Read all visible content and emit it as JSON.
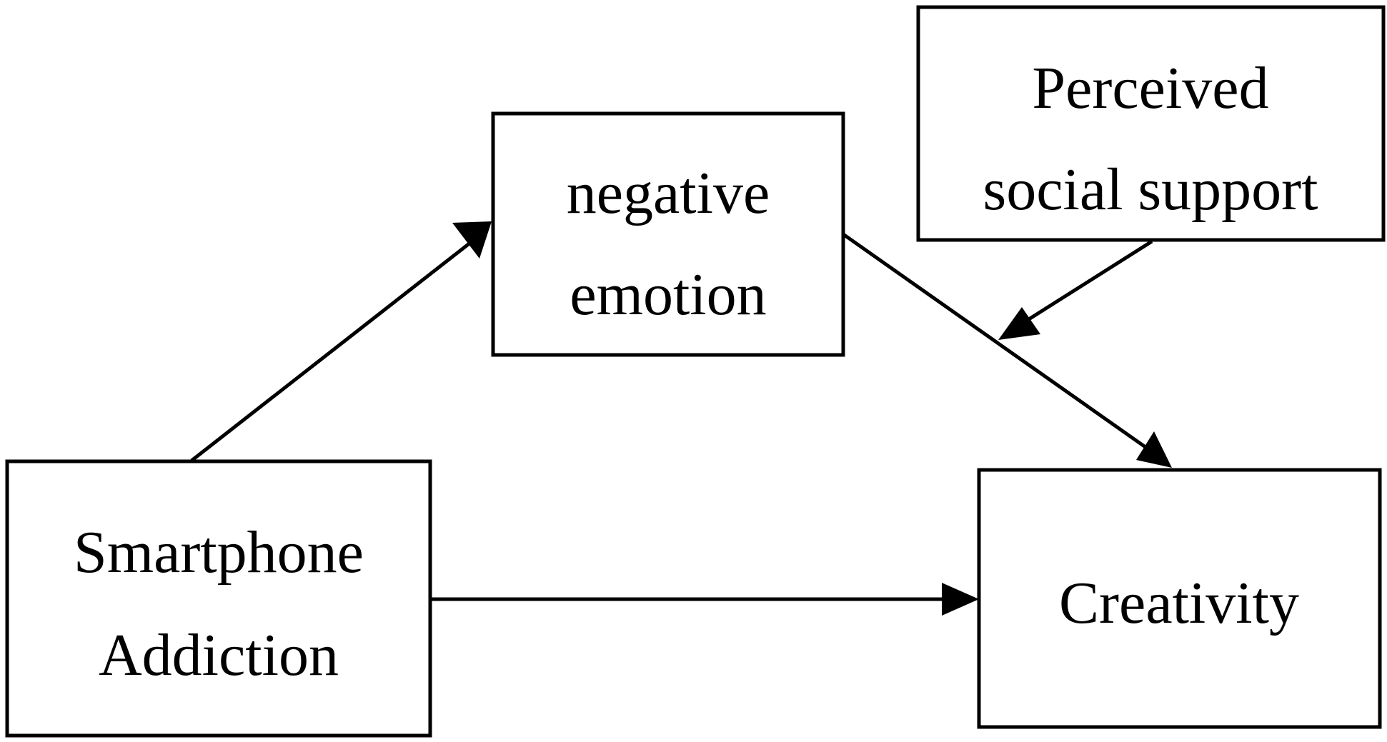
{
  "diagram": {
    "nodes": {
      "smartphone_addiction": {
        "line1": "Smartphone",
        "line2": "Addiction"
      },
      "negative_emotion": {
        "line1": "negative",
        "line2": "emotion"
      },
      "perceived_social_support": {
        "line1": "Perceived",
        "line2": "social support"
      },
      "creativity": {
        "line1": "Creativity"
      }
    },
    "edges": [
      {
        "from": "smartphone_addiction",
        "to": "negative_emotion"
      },
      {
        "from": "negative_emotion",
        "to": "creativity"
      },
      {
        "from": "smartphone_addiction",
        "to": "creativity"
      },
      {
        "from": "perceived_social_support",
        "to": "negative_emotion -> creativity path"
      }
    ],
    "colors": {
      "stroke": "#000000",
      "background": "#ffffff"
    }
  }
}
